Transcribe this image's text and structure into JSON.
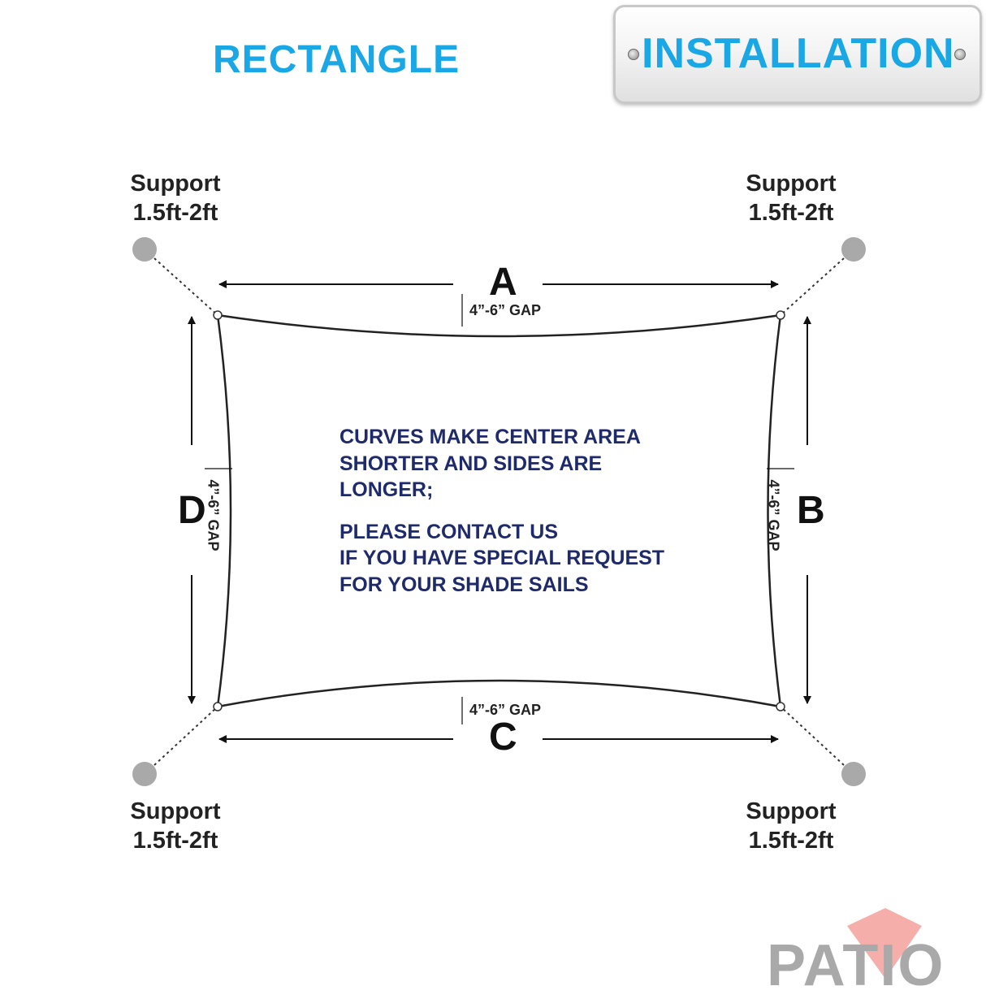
{
  "header": {
    "title": "RECTANGLE",
    "badge": "INSTALLATION"
  },
  "supports": [
    {
      "label": "Support",
      "distance": "1.5ft-2ft"
    },
    {
      "label": "Support",
      "distance": "1.5ft-2ft"
    },
    {
      "label": "Support",
      "distance": "1.5ft-2ft"
    },
    {
      "label": "Support",
      "distance": "1.5ft-2ft"
    }
  ],
  "sides": {
    "top": "A",
    "right": "B",
    "bottom": "C",
    "left": "D"
  },
  "gap_label": "4”-6” GAP",
  "note": {
    "line1": "CURVES MAKE CENTER AREA",
    "line2": "SHORTER AND SIDES ARE",
    "line3": "LONGER;",
    "line4": "PLEASE CONTACT US",
    "line5": "IF YOU HAVE SPECIAL REQUEST",
    "line6": "FOR YOUR SHADE SAILS"
  },
  "brand": "PATIO",
  "colors": {
    "accent": "#1aa7e6",
    "note_text": "#1f2a6b",
    "support_post": "#a9a9a9",
    "logo_mark": "#f3a09a"
  }
}
